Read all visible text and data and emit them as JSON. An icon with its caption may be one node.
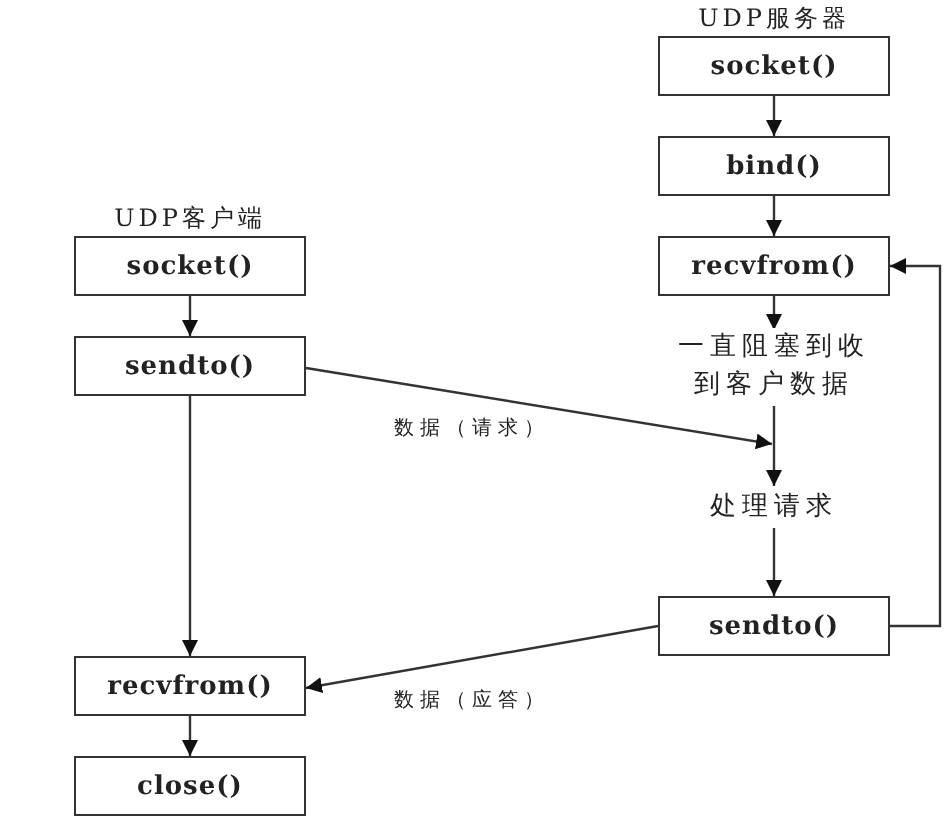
{
  "diagram": {
    "nodes": [
      {
        "text": [
          "UDP服务器",
          "socket()"
        ]
      },
      {
        "text": [
          "bind()"
        ]
      },
      {
        "text": [
          "recvfrom()"
        ]
      },
      {
        "text": [
          "一直阻塞到收到客户数据"
        ]
      },
      {
        "text": [
          "处理请求"
        ]
      },
      {
        "text": [
          "sendto()"
        ]
      },
      {
        "text": [
          "UDP客户端",
          "socket()"
        ]
      },
      {
        "text": [
          "sendto()"
        ]
      },
      {
        "text": [
          "recvfrom()"
        ]
      },
      {
        "text": [
          "close()"
        ]
      }
    ],
    "edges": [
      {
        "from": 0,
        "to": 1,
        "arrow": "to"
      },
      {
        "from": 1,
        "to": 2,
        "arrow": "to"
      },
      {
        "from": 2,
        "to": 3,
        "arrow": "to"
      },
      {
        "from": 3,
        "to": 4,
        "arrow": "to"
      },
      {
        "from": 4,
        "to": 5,
        "arrow": "to"
      },
      {
        "from": 5,
        "to": 2,
        "arrow": "to"
      },
      {
        "from": 6,
        "to": 7,
        "arrow": "to"
      },
      {
        "from": 7,
        "to": 8,
        "arrow": "to"
      },
      {
        "from": 8,
        "to": 9,
        "arrow": "to"
      },
      {
        "from": 7,
        "to": 4,
        "arrow": "to",
        "label": "数据（请求）"
      },
      {
        "from": 5,
        "to": 8,
        "arrow": "to",
        "label": "数据（应答）"
      }
    ]
  }
}
